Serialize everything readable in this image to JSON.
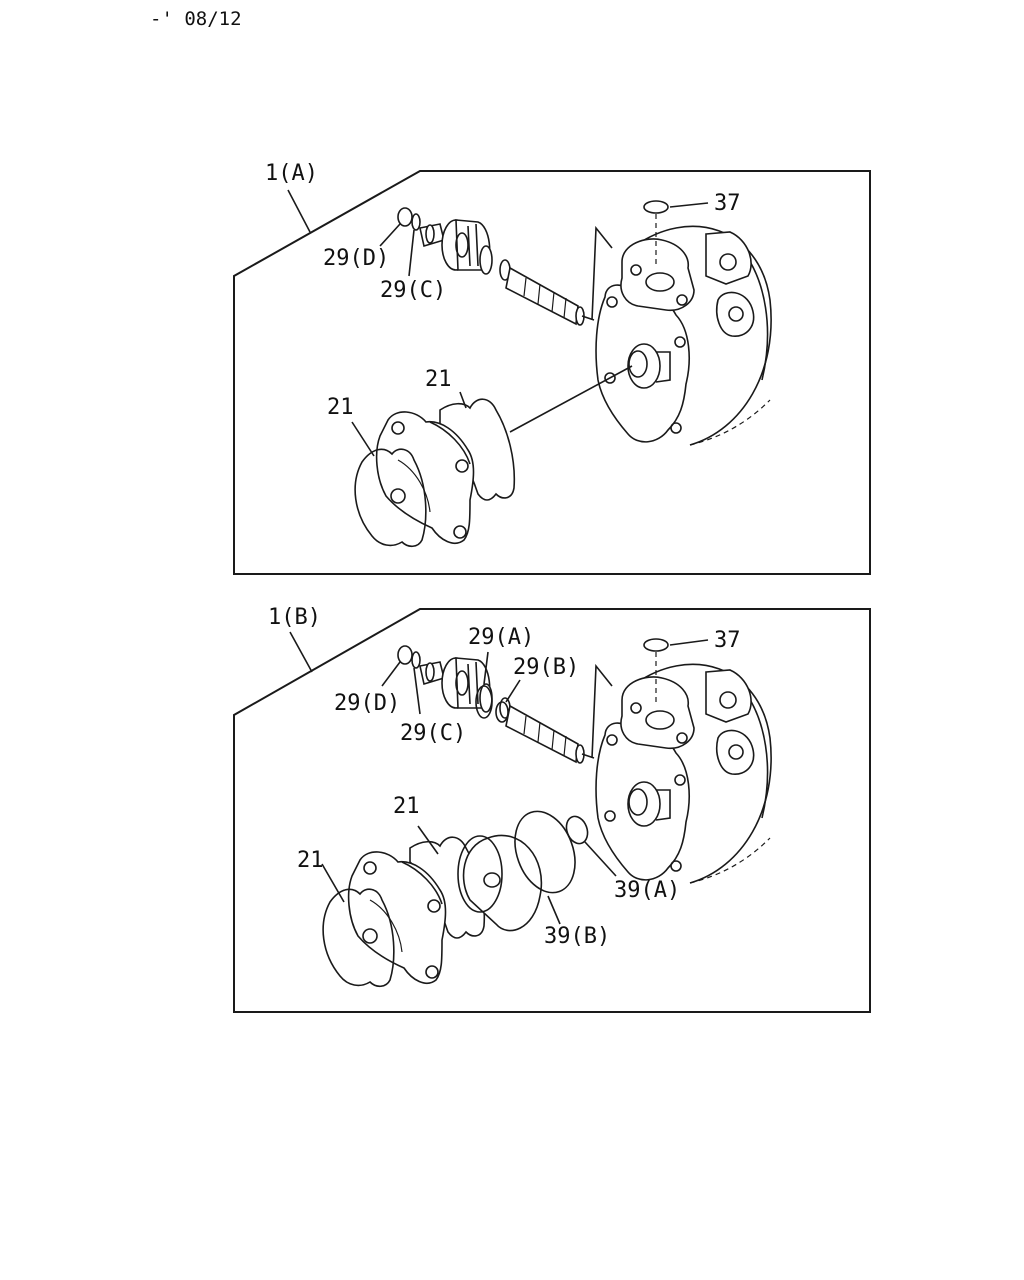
{
  "header": {
    "code": "-' 08/12"
  },
  "panels": [
    {
      "title": "1(A)",
      "labels": {
        "oring_top": "37",
        "seal_d": "29(D)",
        "seal_c": "29(C)",
        "gasket_rear": "21",
        "gasket_front": "21"
      }
    },
    {
      "title": "1(B)",
      "labels": {
        "oring_top": "37",
        "seal_a": "29(A)",
        "seal_b": "29(B)",
        "seal_d": "29(D)",
        "seal_c": "29(C)",
        "gasket_rear": "21",
        "gasket_front": "21",
        "oring_small": "39(A)",
        "oring_large": "39(B)"
      }
    }
  ]
}
